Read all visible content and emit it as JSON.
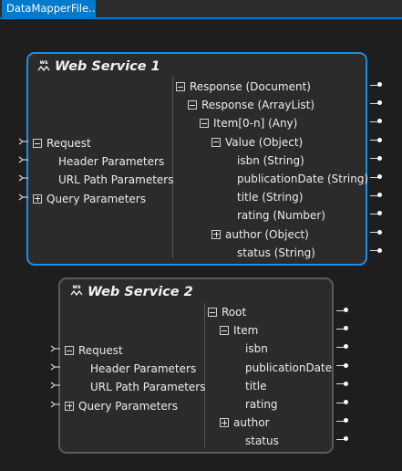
{
  "tab": {
    "title": "DataMapperFile..."
  },
  "service1": {
    "title": "Web Service 1",
    "icon": "ws-icon",
    "inputs": [
      {
        "label": "Request",
        "expander": "minus"
      },
      {
        "label": "Header Parameters",
        "expander": "none"
      },
      {
        "label": "URL Path Parameters",
        "expander": "none"
      },
      {
        "label": "Query Parameters",
        "expander": "plus"
      }
    ],
    "outputs": [
      {
        "label": "Response (Document)",
        "expander": "minus"
      },
      {
        "label": "Response (ArrayList)",
        "expander": "minus"
      },
      {
        "label": "Item[0-n] (Any)",
        "expander": "minus"
      },
      {
        "label": "Value (Object)",
        "expander": "minus"
      },
      {
        "label": "isbn (String)",
        "expander": "none"
      },
      {
        "label": "publicationDate (String)",
        "expander": "none"
      },
      {
        "label": "title (String)",
        "expander": "none"
      },
      {
        "label": "rating (Number)",
        "expander": "none"
      },
      {
        "label": "author (Object)",
        "expander": "plus"
      },
      {
        "label": "status (String)",
        "expander": "none"
      }
    ]
  },
  "service2": {
    "title": "Web Service 2",
    "icon": "ws-icon",
    "inputs": [
      {
        "label": "Request",
        "expander": "minus"
      },
      {
        "label": "Header Parameters",
        "expander": "none"
      },
      {
        "label": "URL Path Parameters",
        "expander": "none"
      },
      {
        "label": "Query Parameters",
        "expander": "plus"
      }
    ],
    "outputs": [
      {
        "label": "Root",
        "expander": "minus"
      },
      {
        "label": "Item",
        "expander": "minus"
      },
      {
        "label": "isbn",
        "expander": "none"
      },
      {
        "label": "publicationDate",
        "expander": "none"
      },
      {
        "label": "title",
        "expander": "none"
      },
      {
        "label": "rating",
        "expander": "none"
      },
      {
        "label": "author",
        "expander": "plus"
      },
      {
        "label": "status",
        "expander": "none"
      }
    ]
  },
  "colors": {
    "accent": "#007acc",
    "selected_border": "#1e8ee0",
    "node_bg": "#2b2b2b",
    "canvas_bg": "#1e1e1e"
  }
}
